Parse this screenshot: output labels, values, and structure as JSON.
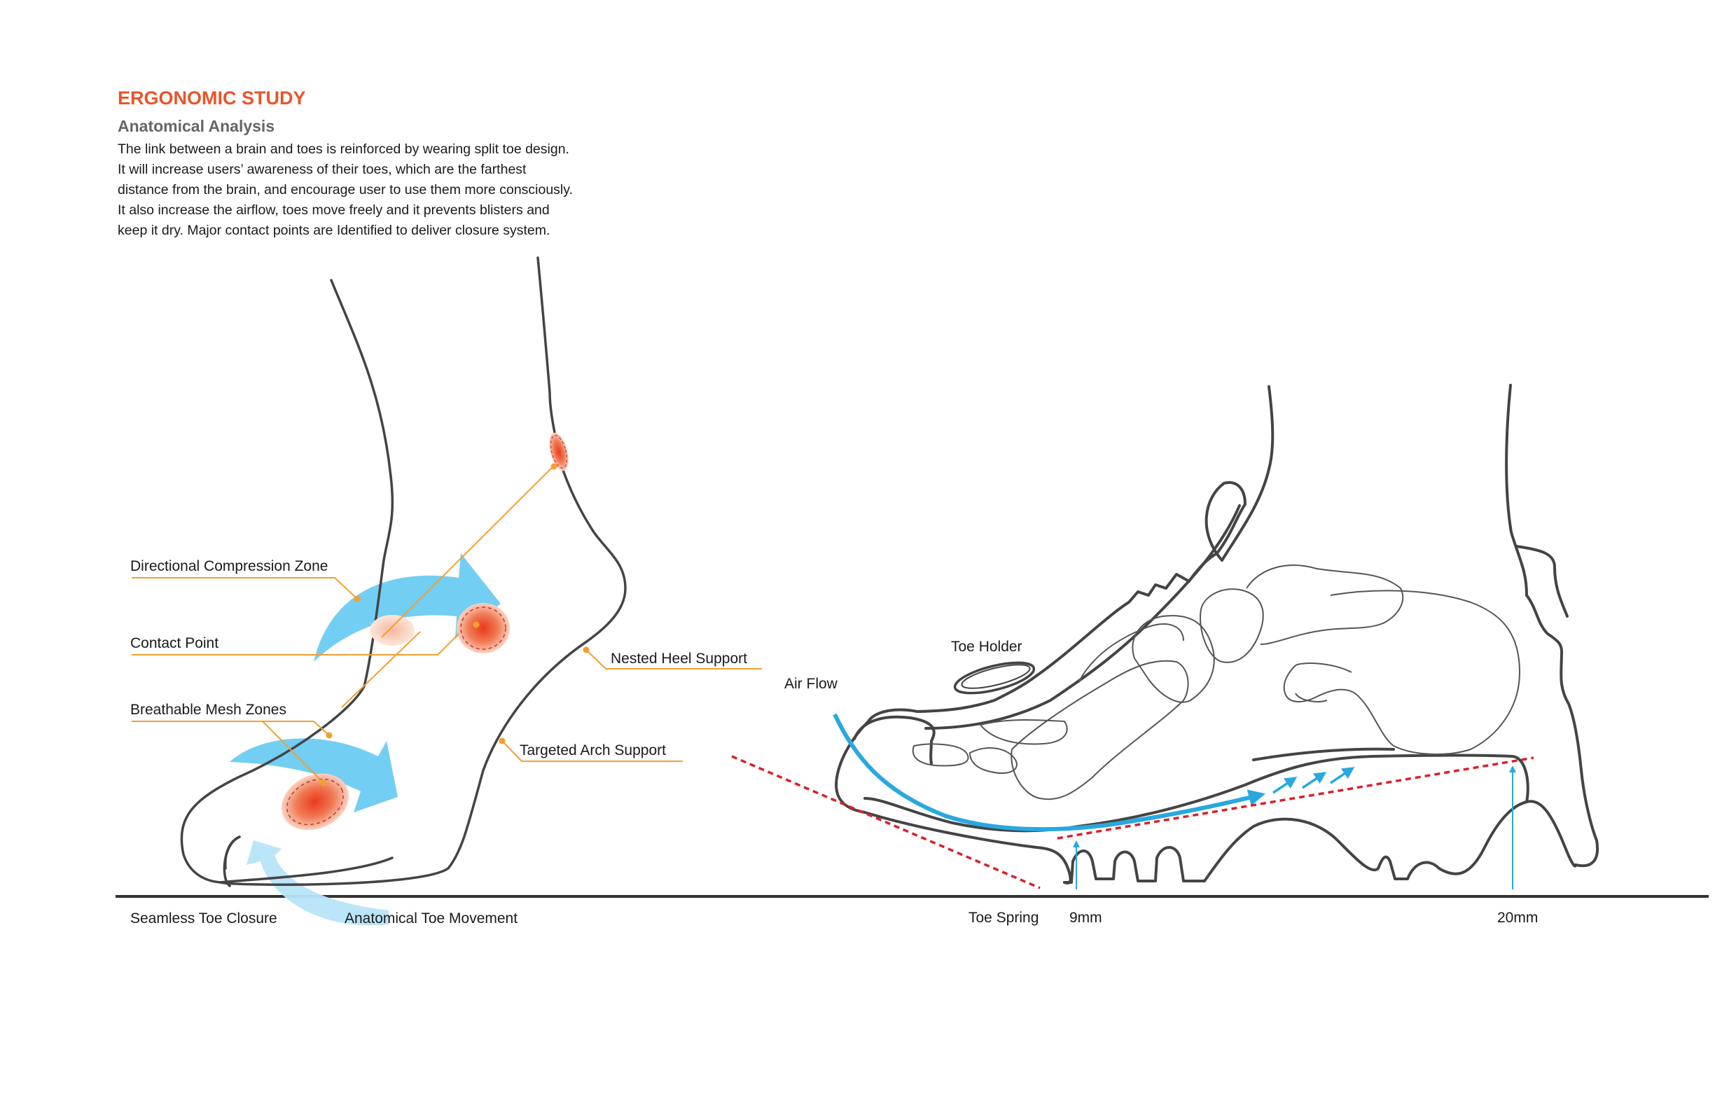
{
  "header": {
    "title": "ERGONOMIC STUDY",
    "subtitle": "Anatomical Analysis",
    "body": "The link between a brain and toes is reinforced by wearing split toe design. It will increase users’ awareness of their toes, which are the farthest distance from the brain, and encourage user to use them more consciously. It also increase the airflow, toes move freely and it prevents blisters and keep it dry. Major contact points are Identified to deliver closure system."
  },
  "foot_labels": {
    "compression": "Directional Compression Zone",
    "contact": "Contact Point",
    "mesh": "Breathable Mesh Zones",
    "heel": "Nested Heel Support",
    "arch": "Targeted Arch Support",
    "toe_closure": "Seamless Toe Closure",
    "toe_movement": "Anatomical Toe Movement"
  },
  "shoe_labels": {
    "toe_holder": "Toe Holder",
    "air_flow": "Air Flow",
    "toe_spring": "Toe Spring",
    "front_height": "9mm",
    "heel_height": "20mm"
  },
  "colors": {
    "accent": "#e8562a",
    "leader": "#f0a030",
    "outline": "#444444",
    "flow": "#29a8e0",
    "arrow_light": "#6ccbf2",
    "spring": "#d9202a"
  }
}
